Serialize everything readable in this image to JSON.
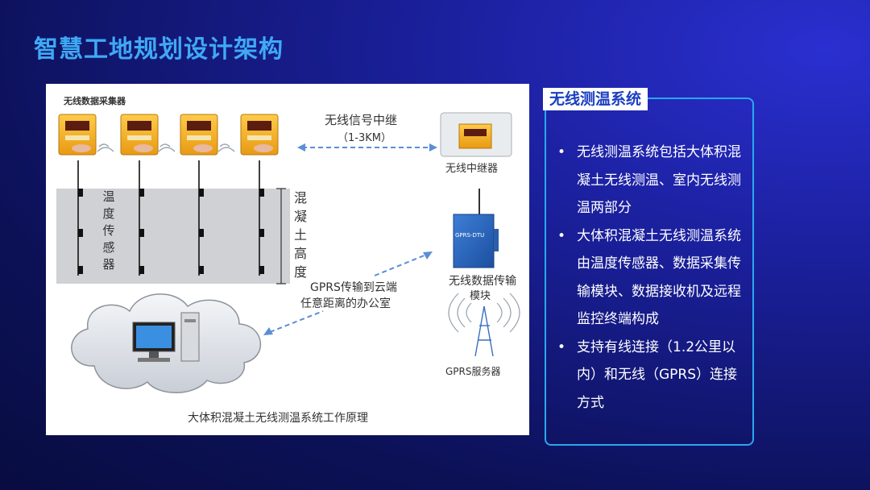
{
  "page": {
    "title": "智慧工地规划设计架构"
  },
  "diagram": {
    "collector_label": "无线数据采集器",
    "relay_signal_label": "无线信号中继",
    "relay_range_label": "（1-3KM）",
    "relay_device_label": "无线中继器",
    "sensor_label": "温度传感器",
    "height_label": "混凝土高度",
    "gprs_line1": "GPRS传输到云端",
    "gprs_line2": "任意距离的办公室",
    "module_line1": "无线数据传输",
    "module_line2": "模块",
    "module_device_text": "GPRS-DTU",
    "server_label": "GPRS服务器",
    "caption": "大体积混凝土无线测温系统工作原理"
  },
  "info": {
    "heading": "无线测温系统",
    "bullets": [
      "无线测温系统包括大体积混凝土无线测温、室内无线测温两部分",
      "大体积混凝土无线测温系统由温度传感器、数据采集传输模块、数据接收机及远程监控终端构成",
      "支持有线连接（1.2公里以内）和无线（GPRS）连接方式"
    ]
  }
}
